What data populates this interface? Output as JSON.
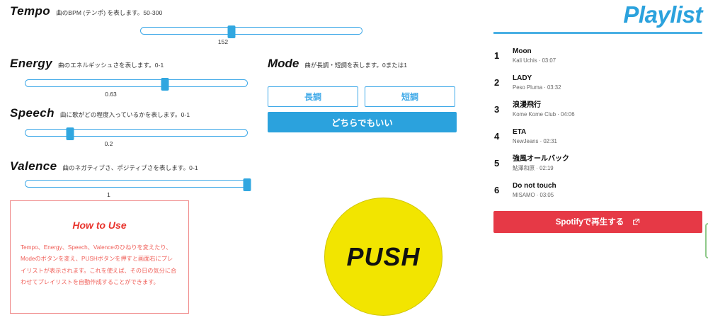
{
  "controls": {
    "tempo": {
      "name": "Tempo",
      "desc": "曲のBPM (テンポ) を表します。50-300",
      "value": "152",
      "min": 50,
      "max": 300,
      "fill_pct": 41
    },
    "energy": {
      "name": "Energy",
      "desc": "曲のエネルギッシュさを表します。0-1",
      "value": "0.63",
      "min": 0,
      "max": 1,
      "fill_pct": 63
    },
    "speech": {
      "name": "Speech",
      "desc": "曲に歌がどの程度入っているかを表します。0-1",
      "value": "0.2",
      "min": 0,
      "max": 1,
      "fill_pct": 20
    },
    "valence": {
      "name": "Valence",
      "desc": "曲のネガティブさ、ポジティブさを表します。0-1",
      "value": "1",
      "min": 0,
      "max": 1,
      "fill_pct": 100
    }
  },
  "mode": {
    "name": "Mode",
    "desc": "曲が長調・短調を表します。0または1",
    "major_label": "長調",
    "minor_label": "短調",
    "any_label": "どちらでもいい",
    "accent_color": "#2ba2dd"
  },
  "howto": {
    "title": "How to Use",
    "body": "Tempo、Energy、Speech、Valenceのひねりを変えたり、Modeのボタンを変え、PUSHボタンを押すと画面右にプレイリストが表示されます。これを使えば、その日の気分に合わせてプレイリストを自動作成することができます。",
    "border_color": "#f08a8a",
    "title_color": "#e8342d"
  },
  "push": {
    "label": "PUSH",
    "color": "#f2e500"
  },
  "playlist": {
    "title": "Playlist",
    "accent_color": "#2ba2dd",
    "tracks": [
      {
        "num": "1",
        "name": "Moon",
        "sub": "Kali Uchis · 03:07"
      },
      {
        "num": "2",
        "name": "LADY",
        "sub": "Peso Pluma · 03:32"
      },
      {
        "num": "3",
        "name": "浪漫飛行",
        "sub": "Kome Kome Club · 04:06"
      },
      {
        "num": "4",
        "name": "ETA",
        "sub": "NewJeans · 02:31"
      },
      {
        "num": "5",
        "name": "強風オールバック",
        "sub": "鮎澤和原 · 02:19"
      },
      {
        "num": "6",
        "name": "Do not touch",
        "sub": "MISAMO · 03:05"
      }
    ],
    "spotify_button": {
      "label": "Spotifyで再生する",
      "icon": "external-link-icon",
      "color": "#e63946"
    }
  }
}
